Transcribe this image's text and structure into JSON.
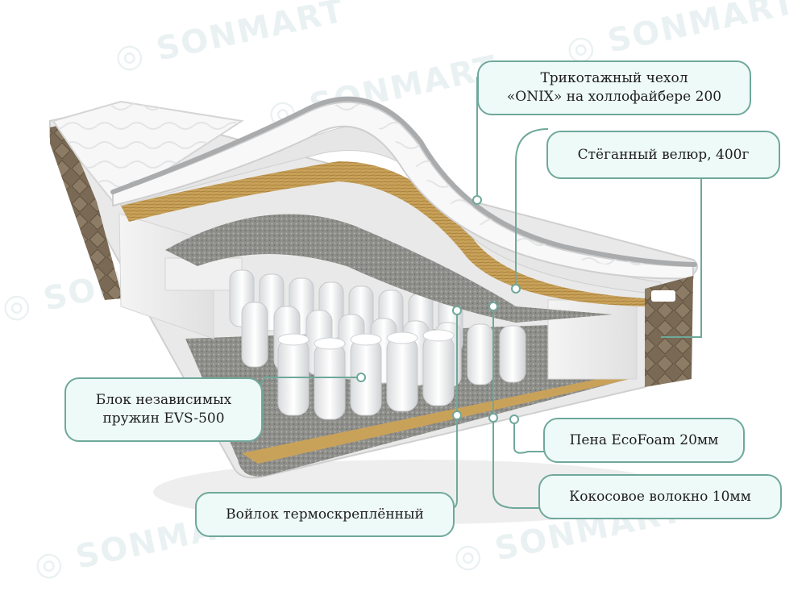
{
  "watermark": {
    "brand": "SONMART"
  },
  "labels": {
    "cover": "Трикотажный чехол\n«ONIX» на холлофайбере 200",
    "velour": "Стёганный велюр, 400г",
    "springs": "Блок независимых\nпружин EVS-500",
    "ecofoam": "Пена EcoFoam 20мм",
    "coconut": "Кокосовое волокно 10мм",
    "felt": "Войлок термоскреплённый"
  },
  "colors": {
    "accent": "#6fa89a",
    "label_bg": "#eefaf8",
    "coconut": "#c9a25a",
    "felt": "#8e8e8a",
    "velour": "#7a6a55"
  }
}
